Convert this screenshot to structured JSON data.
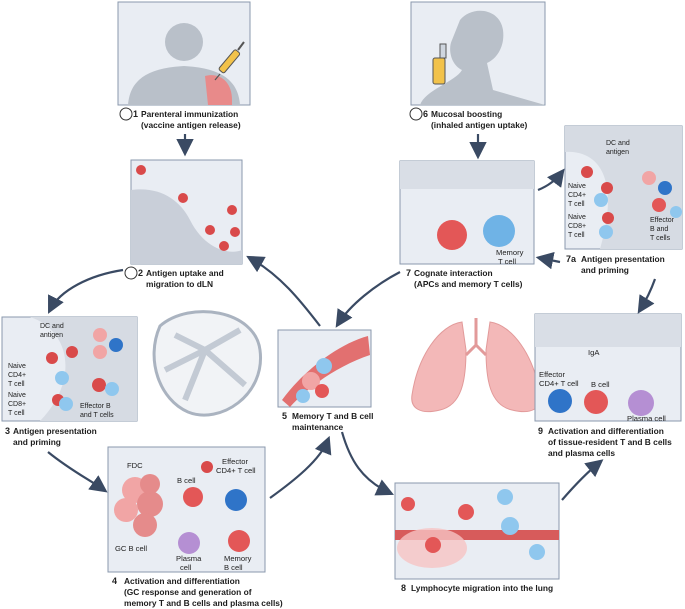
{
  "steps": [
    {
      "n": "1",
      "line1": "Parenteral immunization",
      "line2": "(vaccine antigen release)"
    },
    {
      "n": "2",
      "line1": "Antigen uptake and",
      "line2": "migration to dLN"
    },
    {
      "n": "3",
      "line1": "Antigen presentation",
      "line2": "and priming"
    },
    {
      "n": "4",
      "line1": "Activation and differentiation",
      "line2": "(GC response and generation of",
      "line3": "memory T and B cells and plasma cells)"
    },
    {
      "n": "5",
      "line1": "Memory T and B cell",
      "line2": "maintenance"
    },
    {
      "n": "6",
      "line1": "Mucosal boosting",
      "line2": "(inhaled antigen uptake)"
    },
    {
      "n": "7",
      "line1": "Cognate interaction",
      "line2": "(APCs and memory T cells)"
    },
    {
      "n": "7a",
      "line1": "Antigen presentation",
      "line2": "and priming"
    },
    {
      "n": "8",
      "line1": "Lymphocyte migration into the lung"
    },
    {
      "n": "9",
      "line1": "Activation and differentiation",
      "line2": "of tissue-resident T and B cells",
      "line3": "and plasma cells"
    }
  ],
  "labels": {
    "dc_antigen_1": "DC and",
    "dc_antigen_2": "antigen",
    "naive_cd4_1": "Naive",
    "naive_cd4_2": "CD4+",
    "naive_cd4_3": "T cell",
    "naive_cd8_1": "Naive",
    "naive_cd8_2": "CD8+",
    "naive_cd8_3": "T cell",
    "effector_bt_1": "Effector B",
    "effector_bt_2": "and T cells",
    "eff_7a_1": "Effector",
    "eff_7a_2": "B and",
    "eff_7a_3": "T cells",
    "fdc": "FDC",
    "b_cell": "B cell",
    "effector_cd4_1": "Effector",
    "effector_cd4_2": "CD4+ T cell",
    "gc_b_cell": "GC B cell",
    "plasma_1": "Plasma",
    "plasma_2": "cell",
    "memory_b_1": "Memory",
    "memory_b_2": "B cell",
    "memory_t_1": "Memory",
    "memory_t_2": "T cell",
    "iga": "IgA",
    "eff9_1": "Effector",
    "eff9_2": "CD4+ T cell",
    "b_cell_9": "B cell",
    "plasma_cell_9": "Plasma cell"
  },
  "colors": {
    "red_cell": "#d94a4a",
    "pink_cell": "#f1a5a5",
    "blue_cell": "#2f74c8",
    "lightblue_cell": "#8fc7ee",
    "purple_cell": "#b58fd3",
    "panel": "#e9edf3",
    "arrow": "#3a4a63",
    "lung": "#f3b8b8"
  }
}
